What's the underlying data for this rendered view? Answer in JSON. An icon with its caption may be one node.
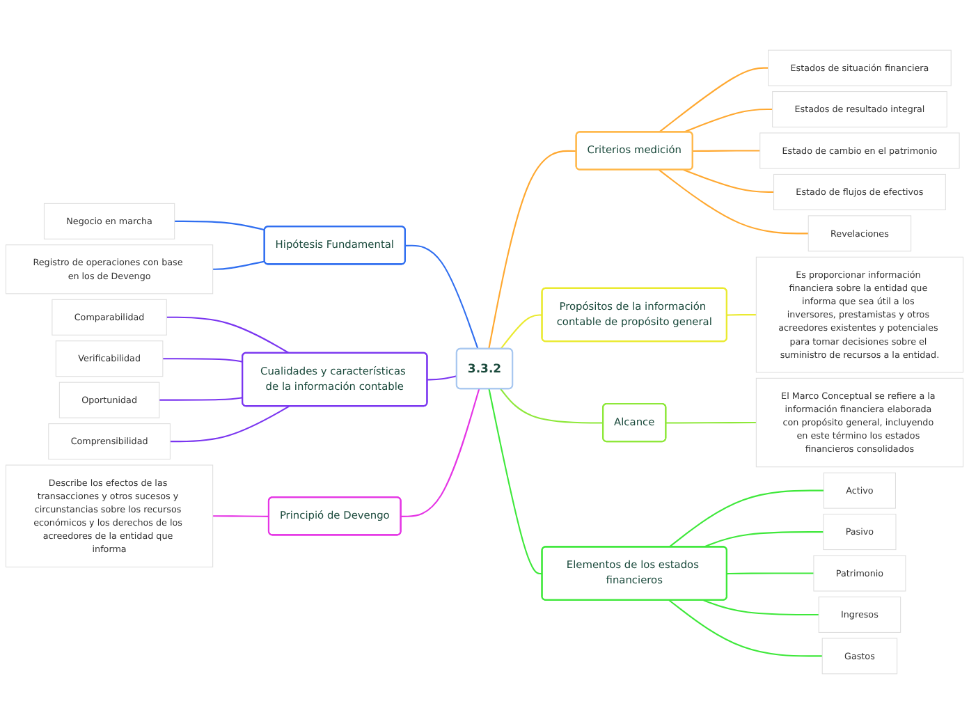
{
  "diagram": {
    "nodes": [
      {
        "text": [
          "3.3.2"
        ]
      },
      {
        "text": [
          "Hipótesis Fundamental"
        ]
      },
      {
        "text": [
          "Negocio en marcha"
        ]
      },
      {
        "text": [
          "Registro de operaciones con base en los de Devengo"
        ]
      },
      {
        "text": [
          "Cualidades y características de la información contable"
        ]
      },
      {
        "text": [
          "Comparabilidad"
        ]
      },
      {
        "text": [
          "Verificabilidad"
        ]
      },
      {
        "text": [
          "Oportunidad"
        ]
      },
      {
        "text": [
          "Comprensibilidad"
        ]
      },
      {
        "text": [
          "Principió de Devengo"
        ]
      },
      {
        "text": [
          "Describe los efectos de las transacciones y otros sucesos y circunstancias sobre los recursos económicos y los derechos de los acreedores de la entidad que informa"
        ]
      },
      {
        "text": [
          "Criterios medición"
        ]
      },
      {
        "text": [
          "Estados de situación financiera"
        ]
      },
      {
        "text": [
          "Estados de resultado integral"
        ]
      },
      {
        "text": [
          "Estado de cambio en el patrimonio"
        ]
      },
      {
        "text": [
          "Estado de flujos de efectivos"
        ]
      },
      {
        "text": [
          "Revelaciones"
        ]
      },
      {
        "text": [
          "Propósitos de la información contable de propósito general"
        ]
      },
      {
        "text": [
          "Es proporcionar información financiera sobre la entidad que informa que sea útil a los inversores, prestamistas y otros acreedores existentes y potenciales para tomar decisiones sobre el suministro de recursos a la entidad."
        ]
      },
      {
        "text": [
          "Alcance"
        ]
      },
      {
        "text": [
          "El Marco Conceptual se refiere a la información financiera elaborada con propósito general, incluyendo en este término los estados financieros consolidados"
        ]
      },
      {
        "text": [
          "Elementos de los estados financieros"
        ]
      },
      {
        "text": [
          "Activo"
        ]
      },
      {
        "text": [
          "Pasivo"
        ]
      },
      {
        "text": [
          "Patrimonio"
        ]
      },
      {
        "text": [
          "Ingresos"
        ]
      },
      {
        "text": [
          "Gastos"
        ]
      }
    ],
    "edges": [
      {
        "from": 0,
        "to": 1,
        "arrow": "none",
        "color": "#2f6ef0"
      },
      {
        "from": 1,
        "to": 2,
        "arrow": "none",
        "color": "#2f6ef0"
      },
      {
        "from": 1,
        "to": 3,
        "arrow": "none",
        "color": "#2f6ef0"
      },
      {
        "from": 0,
        "to": 4,
        "arrow": "none",
        "color": "#7a35f0"
      },
      {
        "from": 4,
        "to": 5,
        "arrow": "none",
        "color": "#7a35f0"
      },
      {
        "from": 4,
        "to": 6,
        "arrow": "none",
        "color": "#7a35f0"
      },
      {
        "from": 4,
        "to": 7,
        "arrow": "none",
        "color": "#7a35f0"
      },
      {
        "from": 4,
        "to": 8,
        "arrow": "none",
        "color": "#7a35f0"
      },
      {
        "from": 0,
        "to": 9,
        "arrow": "none",
        "color": "#e535e5"
      },
      {
        "from": 9,
        "to": 10,
        "arrow": "none",
        "color": "#e535e5"
      },
      {
        "from": 0,
        "to": 11,
        "arrow": "none",
        "color": "#ffa830"
      },
      {
        "from": 11,
        "to": 12,
        "arrow": "none",
        "color": "#ffa830"
      },
      {
        "from": 11,
        "to": 13,
        "arrow": "none",
        "color": "#ffa830"
      },
      {
        "from": 11,
        "to": 14,
        "arrow": "none",
        "color": "#ffa830"
      },
      {
        "from": 11,
        "to": 15,
        "arrow": "none",
        "color": "#ffa830"
      },
      {
        "from": 11,
        "to": 16,
        "arrow": "none",
        "color": "#ffa830"
      },
      {
        "from": 0,
        "to": 17,
        "arrow": "none",
        "color": "#eaea30"
      },
      {
        "from": 17,
        "to": 18,
        "arrow": "none",
        "color": "#eaea30"
      },
      {
        "from": 0,
        "to": 19,
        "arrow": "none",
        "color": "#8ee83a"
      },
      {
        "from": 19,
        "to": 20,
        "arrow": "none",
        "color": "#8ee83a"
      },
      {
        "from": 0,
        "to": 21,
        "arrow": "none",
        "color": "#3ee83a"
      },
      {
        "from": 21,
        "to": 22,
        "arrow": "none",
        "color": "#3ee83a"
      },
      {
        "from": 21,
        "to": 23,
        "arrow": "none",
        "color": "#3ee83a"
      },
      {
        "from": 21,
        "to": 24,
        "arrow": "none",
        "color": "#3ee83a"
      },
      {
        "from": 21,
        "to": 25,
        "arrow": "none",
        "color": "#3ee83a"
      },
      {
        "from": 21,
        "to": 26,
        "arrow": "none",
        "color": "#3ee83a"
      }
    ]
  }
}
